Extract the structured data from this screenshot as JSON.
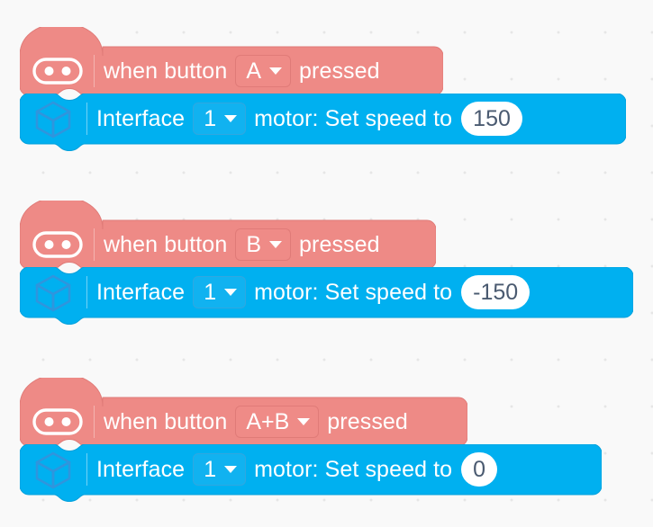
{
  "editor": {
    "name": "block-programming-canvas",
    "background_color": "#f9f9f9",
    "grid_dot_color": "#e6e6e6"
  },
  "palette": {
    "event_block_color": "#ee8a86",
    "event_block_border": "#e07b78",
    "command_block_color": "#00b0f0",
    "command_block_border": "#00a0dc",
    "field_text_color": "#ffffff",
    "number_field_bg": "#ffffff",
    "number_field_text": "#4a5a70"
  },
  "scripts": [
    {
      "id": "script-1",
      "hat": {
        "icon": "microbit-buttons-icon",
        "text_before": "when button",
        "dropdown_value": "A",
        "text_after": "pressed"
      },
      "command": {
        "icon": "cube-icon",
        "text_before": "Interface",
        "dropdown_value": "1",
        "text_middle": "motor: Set speed to",
        "number_value": "150"
      }
    },
    {
      "id": "script-2",
      "hat": {
        "icon": "microbit-buttons-icon",
        "text_before": "when button",
        "dropdown_value": "B",
        "text_after": "pressed"
      },
      "command": {
        "icon": "cube-icon",
        "text_before": "Interface",
        "dropdown_value": "1",
        "text_middle": "motor: Set speed to",
        "number_value": "-150"
      }
    },
    {
      "id": "script-3",
      "hat": {
        "icon": "microbit-buttons-icon",
        "text_before": "when button",
        "dropdown_value": "A+B",
        "text_after": "pressed"
      },
      "command": {
        "icon": "cube-icon",
        "text_before": "Interface",
        "dropdown_value": "1",
        "text_middle": "motor: Set speed to",
        "number_value": "0"
      }
    }
  ]
}
